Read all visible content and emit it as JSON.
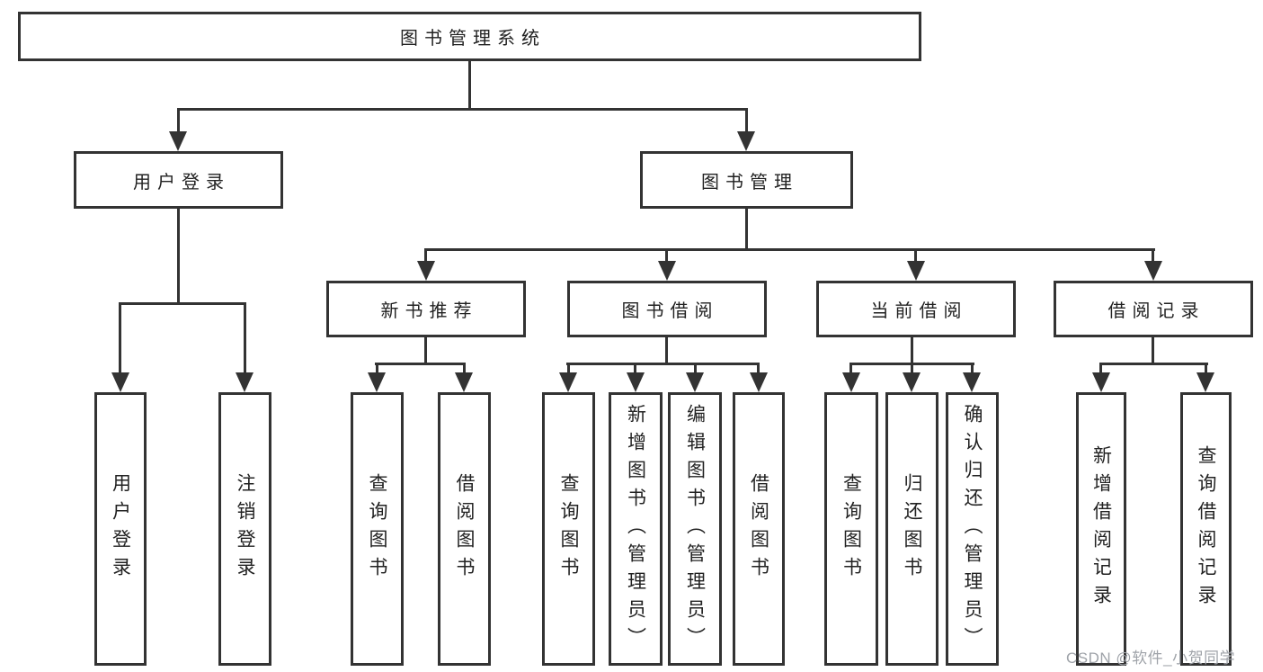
{
  "tree": {
    "root": {
      "label": "图书管理系统"
    },
    "branches": [
      {
        "label": "用户登录",
        "children": [
          {
            "label": "用户登录"
          },
          {
            "label": "注销登录"
          }
        ]
      },
      {
        "label": "图书管理",
        "children": [
          {
            "label": "新书推荐",
            "children": [
              {
                "label": "查询图书"
              },
              {
                "label": "借阅图书"
              }
            ]
          },
          {
            "label": "图书借阅",
            "children": [
              {
                "label": "查询图书"
              },
              {
                "label": "新增图书（管理员）"
              },
              {
                "label": "编辑图书（管理员）"
              },
              {
                "label": "借阅图书"
              }
            ]
          },
          {
            "label": "当前借阅",
            "children": [
              {
                "label": "查询图书"
              },
              {
                "label": "归还图书"
              },
              {
                "label": "确认归还（管理员）"
              }
            ]
          },
          {
            "label": "借阅记录",
            "children": [
              {
                "label": "新增借阅记录"
              },
              {
                "label": "查询借阅记录"
              }
            ]
          }
        ]
      }
    ]
  },
  "watermark": {
    "text": "CSDN @软件_小贺同学"
  },
  "colors": {
    "line": "#333333",
    "text": "#222222",
    "box_fill": "#ffffff",
    "background": "#ffffff",
    "watermark": "#9fa3a9"
  }
}
